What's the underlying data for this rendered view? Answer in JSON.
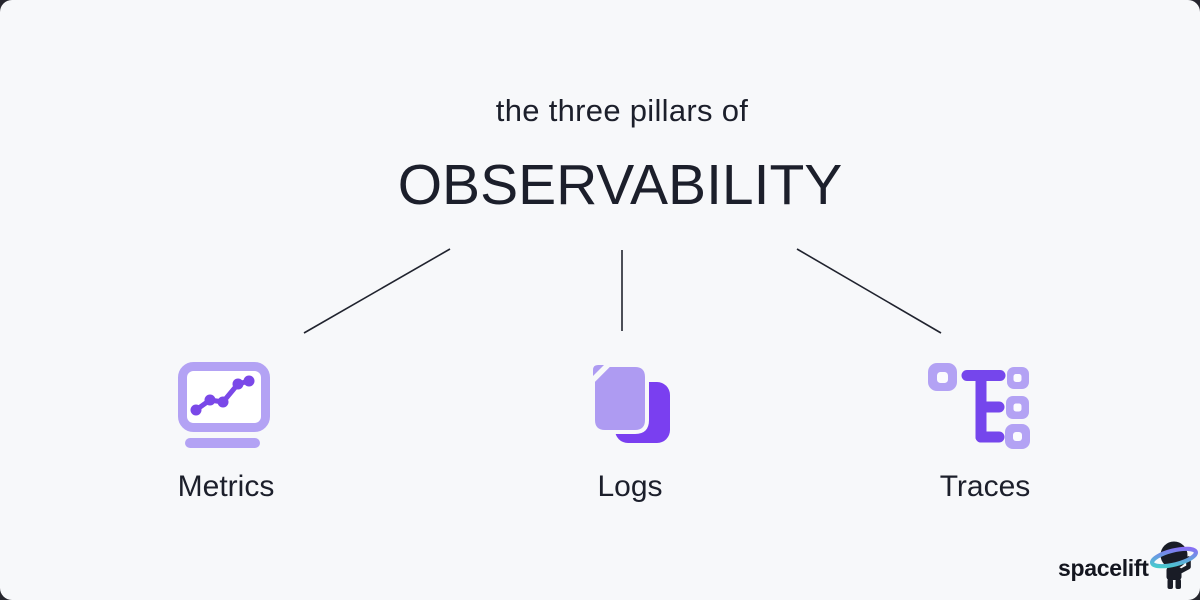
{
  "header": {
    "subtitle": "the three pillars of",
    "title": "OBSERVABILITY"
  },
  "pillars": [
    {
      "label": "Metrics",
      "icon": "monitor-line-chart-icon"
    },
    {
      "label": "Logs",
      "icon": "stacked-documents-icon"
    },
    {
      "label": "Traces",
      "icon": "trace-tree-icon"
    }
  ],
  "branding": {
    "logo_text": "spacelift",
    "mascot_icon": "spacelift-astronaut-icon"
  },
  "colors": {
    "background": "#f7f8fa",
    "text_dark": "#1c1f2b",
    "purple_light": "#b3a2f4",
    "purple_mid_light": "#ae9bf2",
    "purple_vivid": "#7a3ff0",
    "purple_chart": "#7a48e8",
    "connector_line": "#20232e",
    "ring_teal": "#3ed8c8",
    "ring_violet": "#9061f9"
  }
}
